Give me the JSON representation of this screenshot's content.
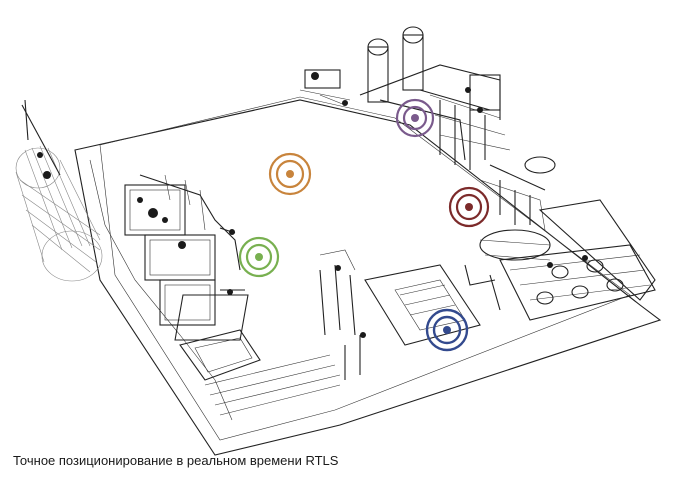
{
  "caption": "Точное позиционирование в реальном времени RTLS",
  "markers": [
    {
      "name": "marker-orange",
      "color": "#c8843c"
    },
    {
      "name": "marker-purple",
      "color": "#7a5a8c"
    },
    {
      "name": "marker-darkred",
      "color": "#7c2a2a"
    },
    {
      "name": "marker-green",
      "color": "#78b050"
    },
    {
      "name": "marker-blue",
      "color": "#334a8e"
    }
  ]
}
